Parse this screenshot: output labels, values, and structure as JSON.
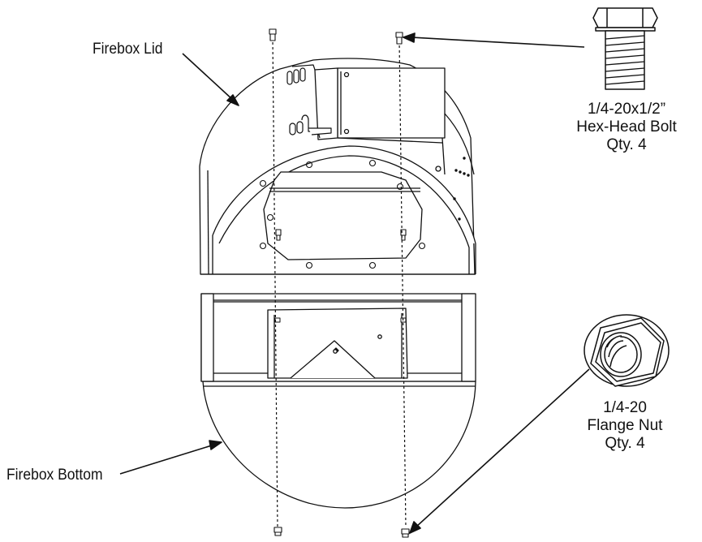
{
  "labels": {
    "firebox_lid": "Firebox Lid",
    "firebox_bottom": "Firebox Bottom"
  },
  "bolt": {
    "spec": "1/4-20x1/2”",
    "name": "Hex-Head Bolt",
    "qty": "Qty. 4"
  },
  "nut": {
    "spec": "1/4-20",
    "name": "Flange Nut",
    "qty": "Qty. 4"
  },
  "colors": {
    "line": "#111111",
    "background": "#ffffff"
  }
}
